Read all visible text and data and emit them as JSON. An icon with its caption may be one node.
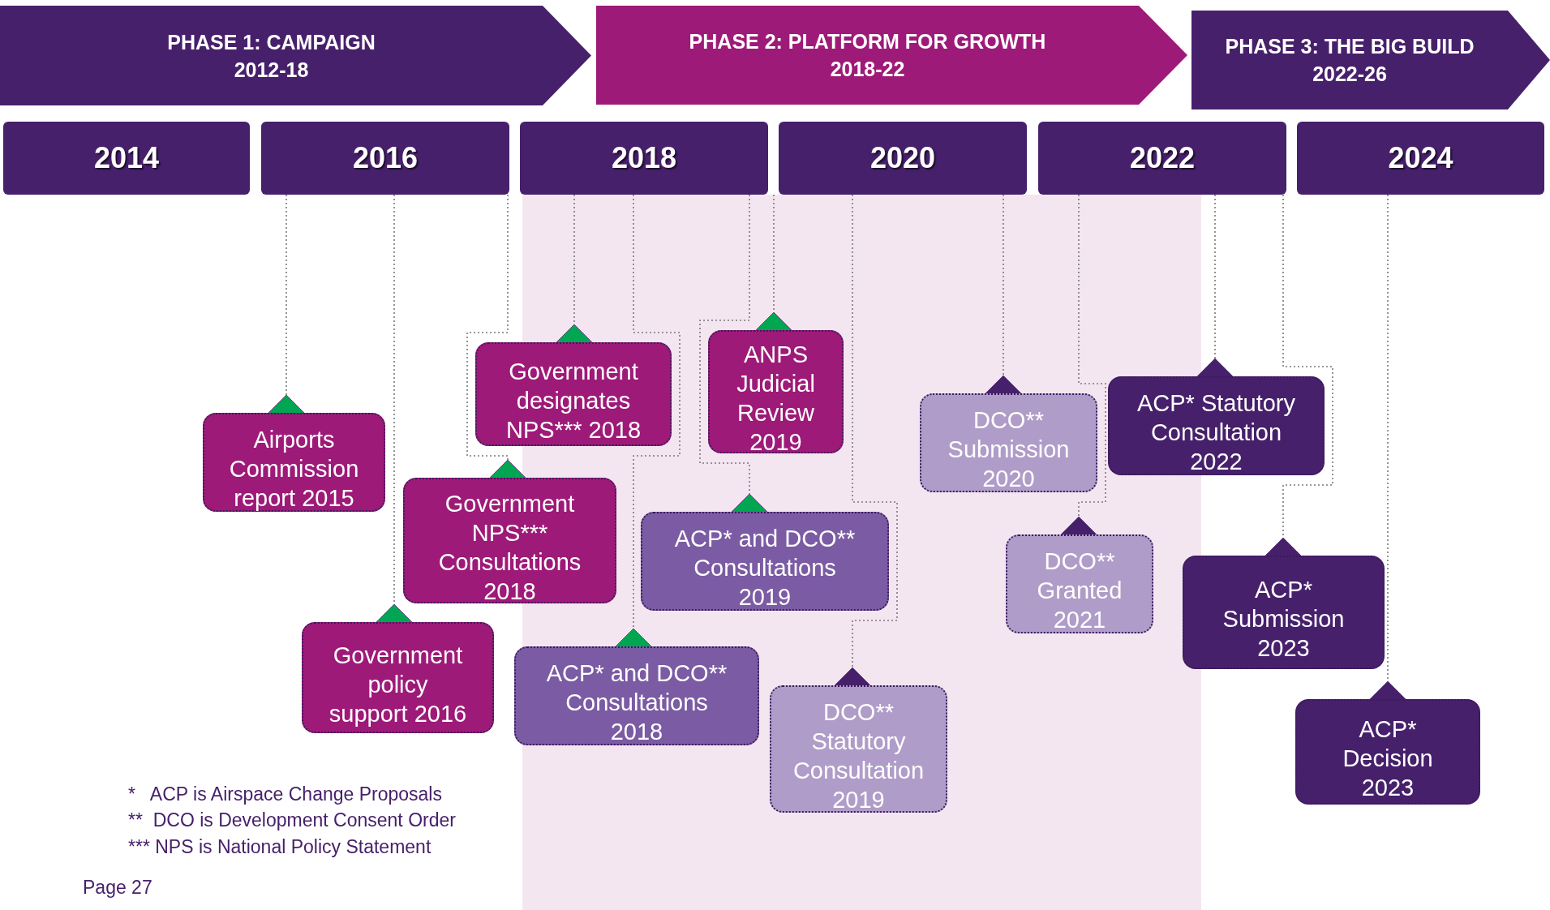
{
  "diagram": {
    "nodes": [
      {
        "text": [
          "PHASE 1: CAMPAIGN",
          "2012-18"
        ]
      },
      {
        "text": [
          "PHASE 2: PLATFORM FOR GROWTH",
          "2018-22"
        ]
      },
      {
        "text": [
          "PHASE 3: THE BIG BUILD",
          "2022-26"
        ]
      },
      {
        "text": [
          "2014"
        ]
      },
      {
        "text": [
          "2016"
        ]
      },
      {
        "text": [
          "2018"
        ]
      },
      {
        "text": [
          "2020"
        ]
      },
      {
        "text": [
          "2022"
        ]
      },
      {
        "text": [
          "2024"
        ]
      },
      {
        "text": [
          "Airports Commission report 2015"
        ]
      },
      {
        "text": [
          "Government policy support 2016"
        ]
      },
      {
        "text": [
          "Government NPS*** Consultations 2018"
        ]
      },
      {
        "text": [
          "Government designates NPS*** 2018"
        ]
      },
      {
        "text": [
          "ACP* and DCO** Consultations 2018"
        ]
      },
      {
        "text": [
          "ANPS Judicial Review 2019"
        ]
      },
      {
        "text": [
          "ACP* and DCO** Consultations 2019"
        ]
      },
      {
        "text": [
          "DCO** Statutory Consultation 2019"
        ]
      },
      {
        "text": [
          "DCO** Submission 2020"
        ]
      },
      {
        "text": [
          "DCO** Granted 2021"
        ]
      },
      {
        "text": [
          "ACP* Statutory Consultation 2022"
        ]
      },
      {
        "text": [
          "ACP* Submission 2023"
        ]
      },
      {
        "text": [
          "ACP* Decision 2023"
        ]
      }
    ],
    "edges": [
      {
        "from": 4,
        "to": 9,
        "arrow": "other",
        "style": "dashed"
      },
      {
        "from": 4,
        "to": 10,
        "arrow": "other",
        "style": "dashed"
      },
      {
        "from": 4,
        "to": 11,
        "arrow": "other",
        "style": "dashed"
      },
      {
        "from": 5,
        "to": 12,
        "arrow": "other",
        "style": "dashed"
      },
      {
        "from": 5,
        "to": 13,
        "arrow": "other",
        "style": "dashed"
      },
      {
        "from": 5,
        "to": 14,
        "arrow": "other",
        "style": "dashed"
      },
      {
        "from": 5,
        "to": 15,
        "arrow": "other",
        "style": "dashed"
      },
      {
        "from": 6,
        "to": 16,
        "arrow": "other",
        "style": "dashed"
      },
      {
        "from": 6,
        "to": 17,
        "arrow": "other",
        "style": "dashed"
      },
      {
        "from": 7,
        "to": 18,
        "arrow": "other",
        "style": "dashed"
      },
      {
        "from": 7,
        "to": 19,
        "arrow": "other",
        "style": "dashed"
      },
      {
        "from": 7,
        "to": 20,
        "arrow": "other",
        "style": "dashed"
      },
      {
        "from": 8,
        "to": 21,
        "arrow": "other",
        "style": "dashed"
      }
    ],
    "labels": [
      "*   ACP is Airspace Change Proposals",
      "**  DCO is Development Consent Order",
      "*** NPS is National Policy Statement",
      "Page 27"
    ]
  }
}
